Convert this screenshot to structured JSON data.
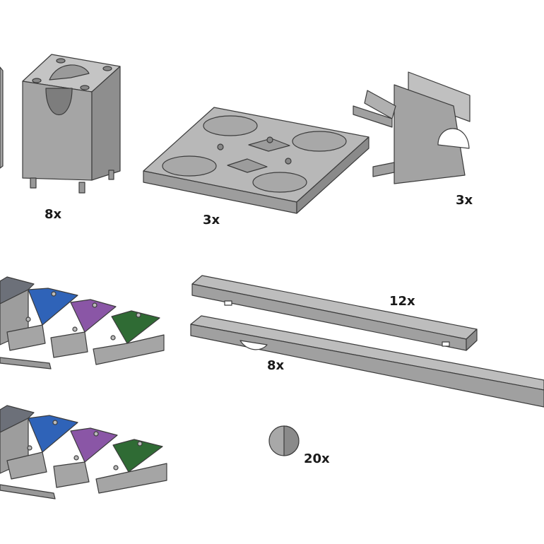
{
  "parts": [
    {
      "id": "column-block",
      "qty": "8x"
    },
    {
      "id": "base-plate",
      "qty": "3x"
    },
    {
      "id": "rail-connector",
      "qty": "3x"
    },
    {
      "id": "rail-long",
      "qty": "12x"
    },
    {
      "id": "rail-extra-long",
      "qty": "8x"
    },
    {
      "id": "marble",
      "qty": "20x"
    }
  ],
  "colors": {
    "part_gray": "#a3a3a3",
    "part_gray_light": "#c2c2c2",
    "part_gray_dark": "#8a8a8a",
    "outline": "#3c3c3c",
    "key_slate": "#6c7079",
    "key_blue": "#2f63b8",
    "key_purple": "#8a56a6",
    "key_green": "#2f6b34"
  }
}
